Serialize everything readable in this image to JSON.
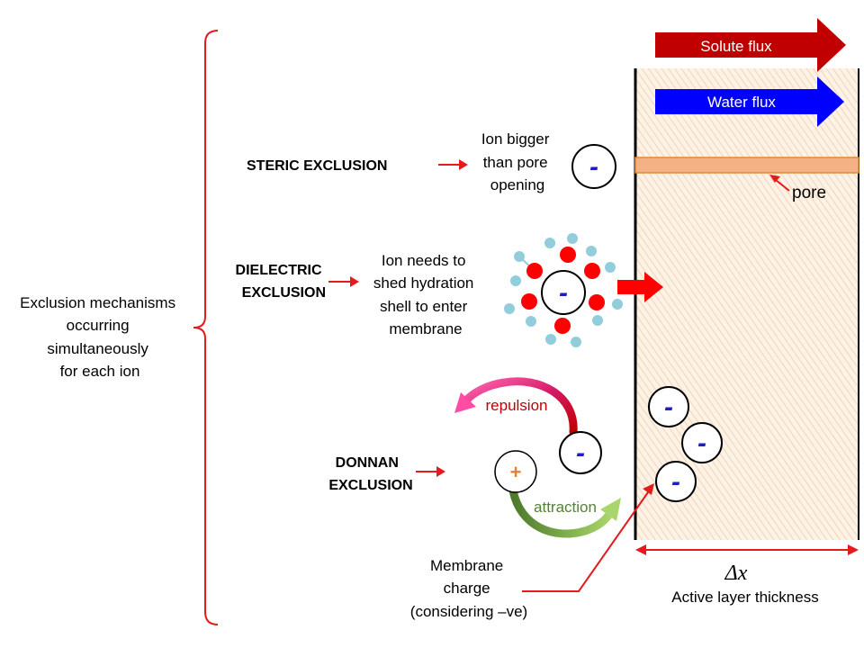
{
  "left_label": [
    "Exclusion mechanisms",
    "occurring",
    "simultaneously",
    "for each ion"
  ],
  "steric": {
    "title": [
      "STERIC EXCLUSION"
    ],
    "desc": [
      "Ion bigger",
      "than pore",
      "opening"
    ]
  },
  "dielectric": {
    "title": [
      "DIELECTRIC",
      "EXCLUSION"
    ],
    "desc": [
      "Ion needs to",
      "shed hydration",
      "shell to enter",
      "membrane"
    ]
  },
  "donnan": {
    "title": [
      "DONNAN",
      "EXCLUSION"
    ],
    "repulsion": "repulsion",
    "attraction": "attraction"
  },
  "membrane_charge": [
    "Membrane",
    "charge",
    "(considering –ve)"
  ],
  "solute_flux": "Solute flux",
  "water_flux": "Water flux",
  "pore_label": "pore",
  "delta_x": "Δx",
  "thickness_label": "Active layer thickness",
  "minus_sign": "-",
  "plus_sign": "+",
  "colors": {
    "solute_arrow": "#c00000",
    "water_arrow": "#0000ff",
    "pointer_arrow": "#e41a1c",
    "pore": "#f4b183",
    "anion_sign": "#1f1fbf",
    "cation_sign": "#ed7d31",
    "repulsion": "#c00000",
    "attraction": "#548235",
    "hydration_red": "#ff0000",
    "hydration_blue": "#92cddc"
  }
}
